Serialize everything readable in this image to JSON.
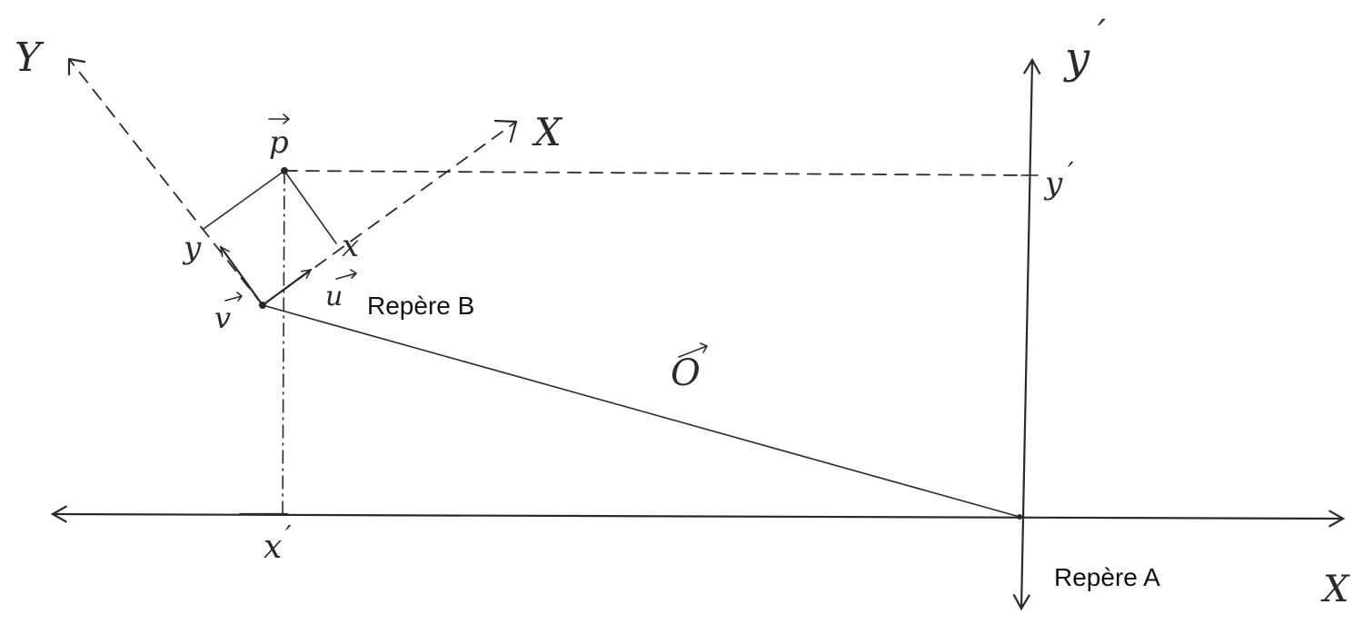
{
  "labels": {
    "frame_a": "Repère A",
    "frame_b": "Repère B",
    "vec_o": "O",
    "vec_p": "p",
    "vec_u": "u",
    "vec_v": "v",
    "axis_x_a": "X",
    "axis_y_a": "y",
    "axis_x_b": "X",
    "axis_y_b": "Y",
    "coord_x": "x",
    "coord_y": "y",
    "coord_x_prime": "x",
    "coord_y_prime": "y",
    "prime": "′"
  },
  "colors": {
    "ink": "#2a2a2a",
    "background": "#ffffff"
  }
}
